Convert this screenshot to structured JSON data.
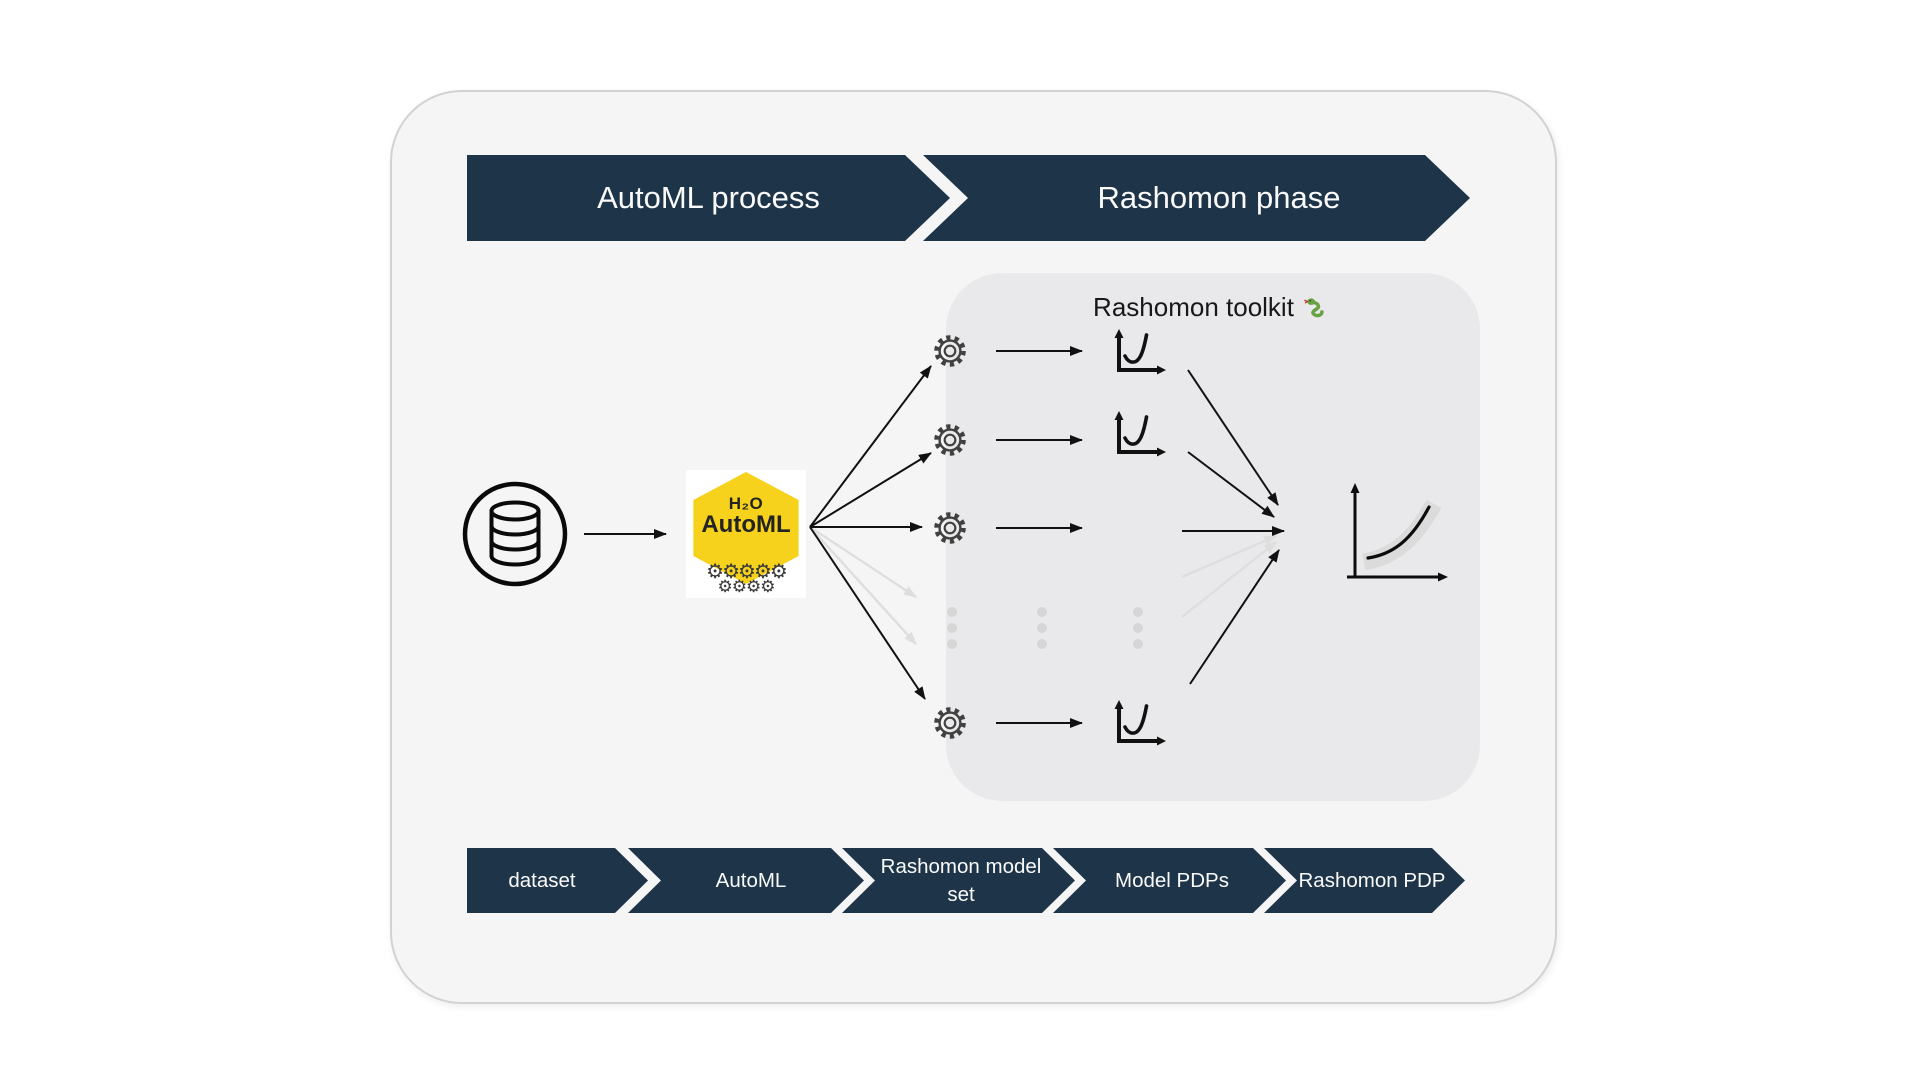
{
  "figure": {
    "top_banner": {
      "segments": [
        {
          "label": "AutoML process"
        },
        {
          "label": "Rashomon phase"
        }
      ]
    },
    "toolkit": {
      "title": "Rashomon toolkit",
      "icon": "python-snake-icon"
    },
    "pipeline": {
      "dataset_icon": "database-in-circle",
      "model_icon": "gear-outline",
      "model_pdp_icon": "axes-with-j-curve",
      "rashomon_pdp_icon": "axes-with-rising-curve-and-band"
    },
    "logo": {
      "line1": "H₂O",
      "line2": "AutoML",
      "gears_glyphs": {
        "row1": "⚙⚙⚙⚙⚙",
        "row2": "⚙⚙⚙⚙"
      }
    },
    "bottom_banner": {
      "segments": [
        {
          "label": "dataset"
        },
        {
          "label": "AutoML"
        },
        {
          "label": "Rashomon model set"
        },
        {
          "label": "Model PDPs"
        },
        {
          "label": "Rashomon PDP"
        }
      ]
    },
    "colors": {
      "navy": "#1e3448",
      "panel_bg": "#f5f5f6",
      "panel_border": "#d2d2d2",
      "toolkit_bg": "#e9e9eb",
      "logo_yellow": "#f6d21c",
      "faded_gray": "#dedede",
      "band_gray": "#dbdbdb",
      "line_black": "#111111",
      "snake_green": "#69a244"
    }
  }
}
